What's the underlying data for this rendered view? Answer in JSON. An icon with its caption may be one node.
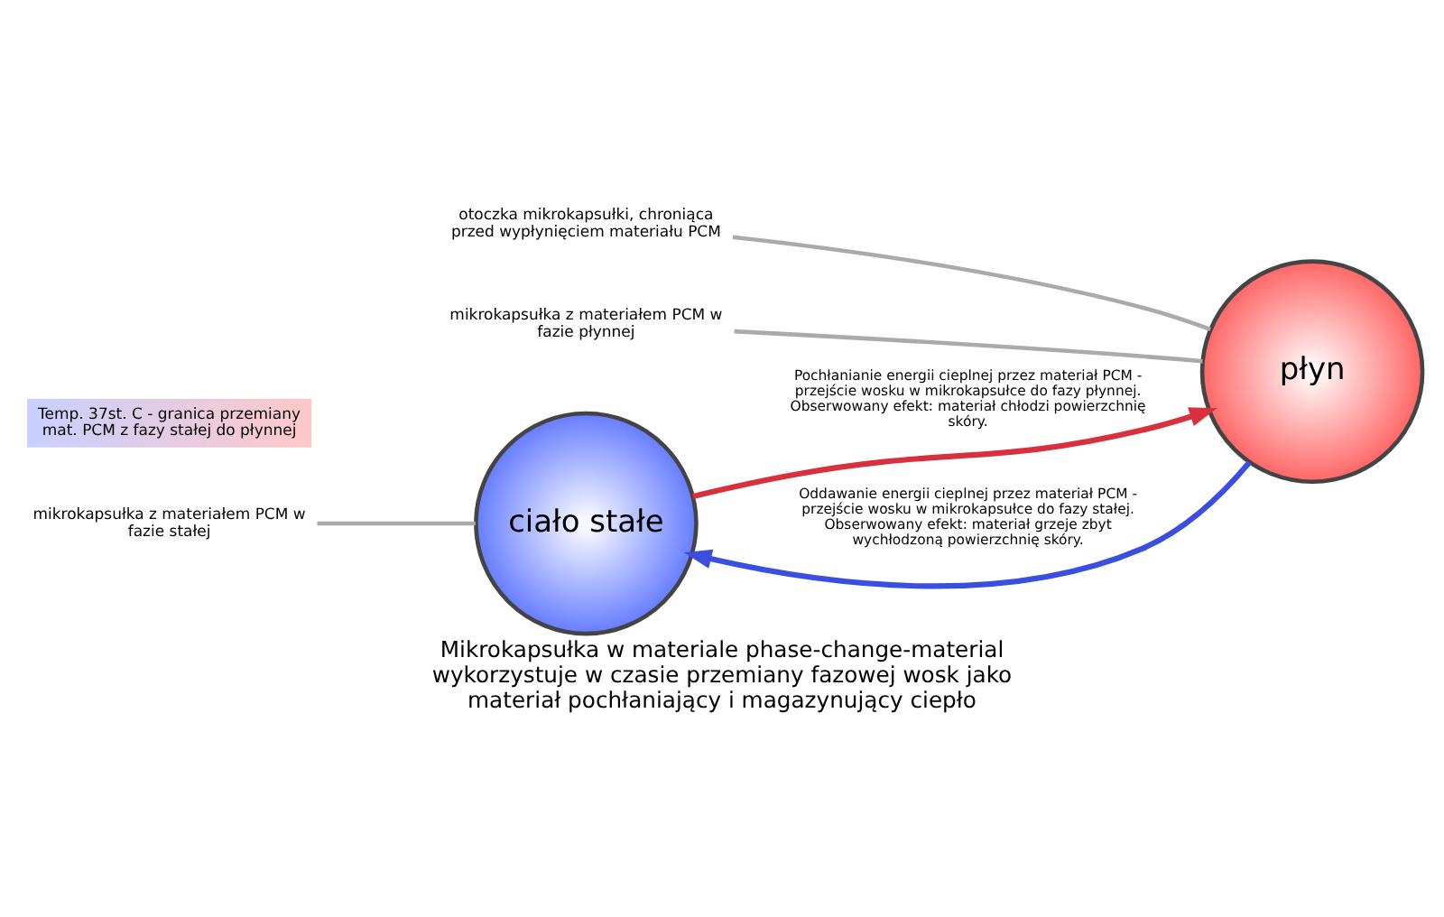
{
  "diagram": {
    "caption": "Mikrokapsułka w materiale phase-change-material wykorzystuje w czasie przemiany fazowej wosk jako materiał pochłaniający i magazynujący ciepło",
    "nodes": [
      {
        "text": [
          "ciało stałe"
        ]
      },
      {
        "text": [
          "płyn"
        ]
      },
      {
        "text": [
          "Temp. 37st. C - granica przemiany mat. PCM z fazy stałej do płynnej"
        ]
      },
      {
        "text": [
          "mikrokapsułka z materiałem PCM w fazie stałej"
        ]
      },
      {
        "text": [
          "otoczka mikrokapsułki, chroniąca przed wypłynięciem materiału PCM"
        ]
      },
      {
        "text": [
          "mikrokapsułka z materiałem PCM w fazie płynnej"
        ]
      }
    ],
    "edges": [
      {
        "from": 0,
        "to": 1,
        "arrow": "to",
        "color": "#d8303c",
        "label": "Pochłanianie energii cieplnej przez materiał PCM - przejście wosku w mikrokapsułce do fazy płynnej. Obserwowany efekt: materiał chłodzi powierzchnię skóry."
      },
      {
        "from": 1,
        "to": 0,
        "arrow": "to",
        "color": "#3a4ee0",
        "label": "Oddawanie energii cieplnej przez materiał PCM - przejście wosku w mikrokapsułce do fazy stałej. Obserwowany efekt: materiał grzeje zbyt wychłodzoną powierzchnię skóry."
      },
      {
        "from": 3,
        "to": 0,
        "arrow": "none"
      },
      {
        "from": 4,
        "to": 1,
        "arrow": "none"
      },
      {
        "from": 5,
        "to": 1,
        "arrow": "none"
      }
    ]
  }
}
